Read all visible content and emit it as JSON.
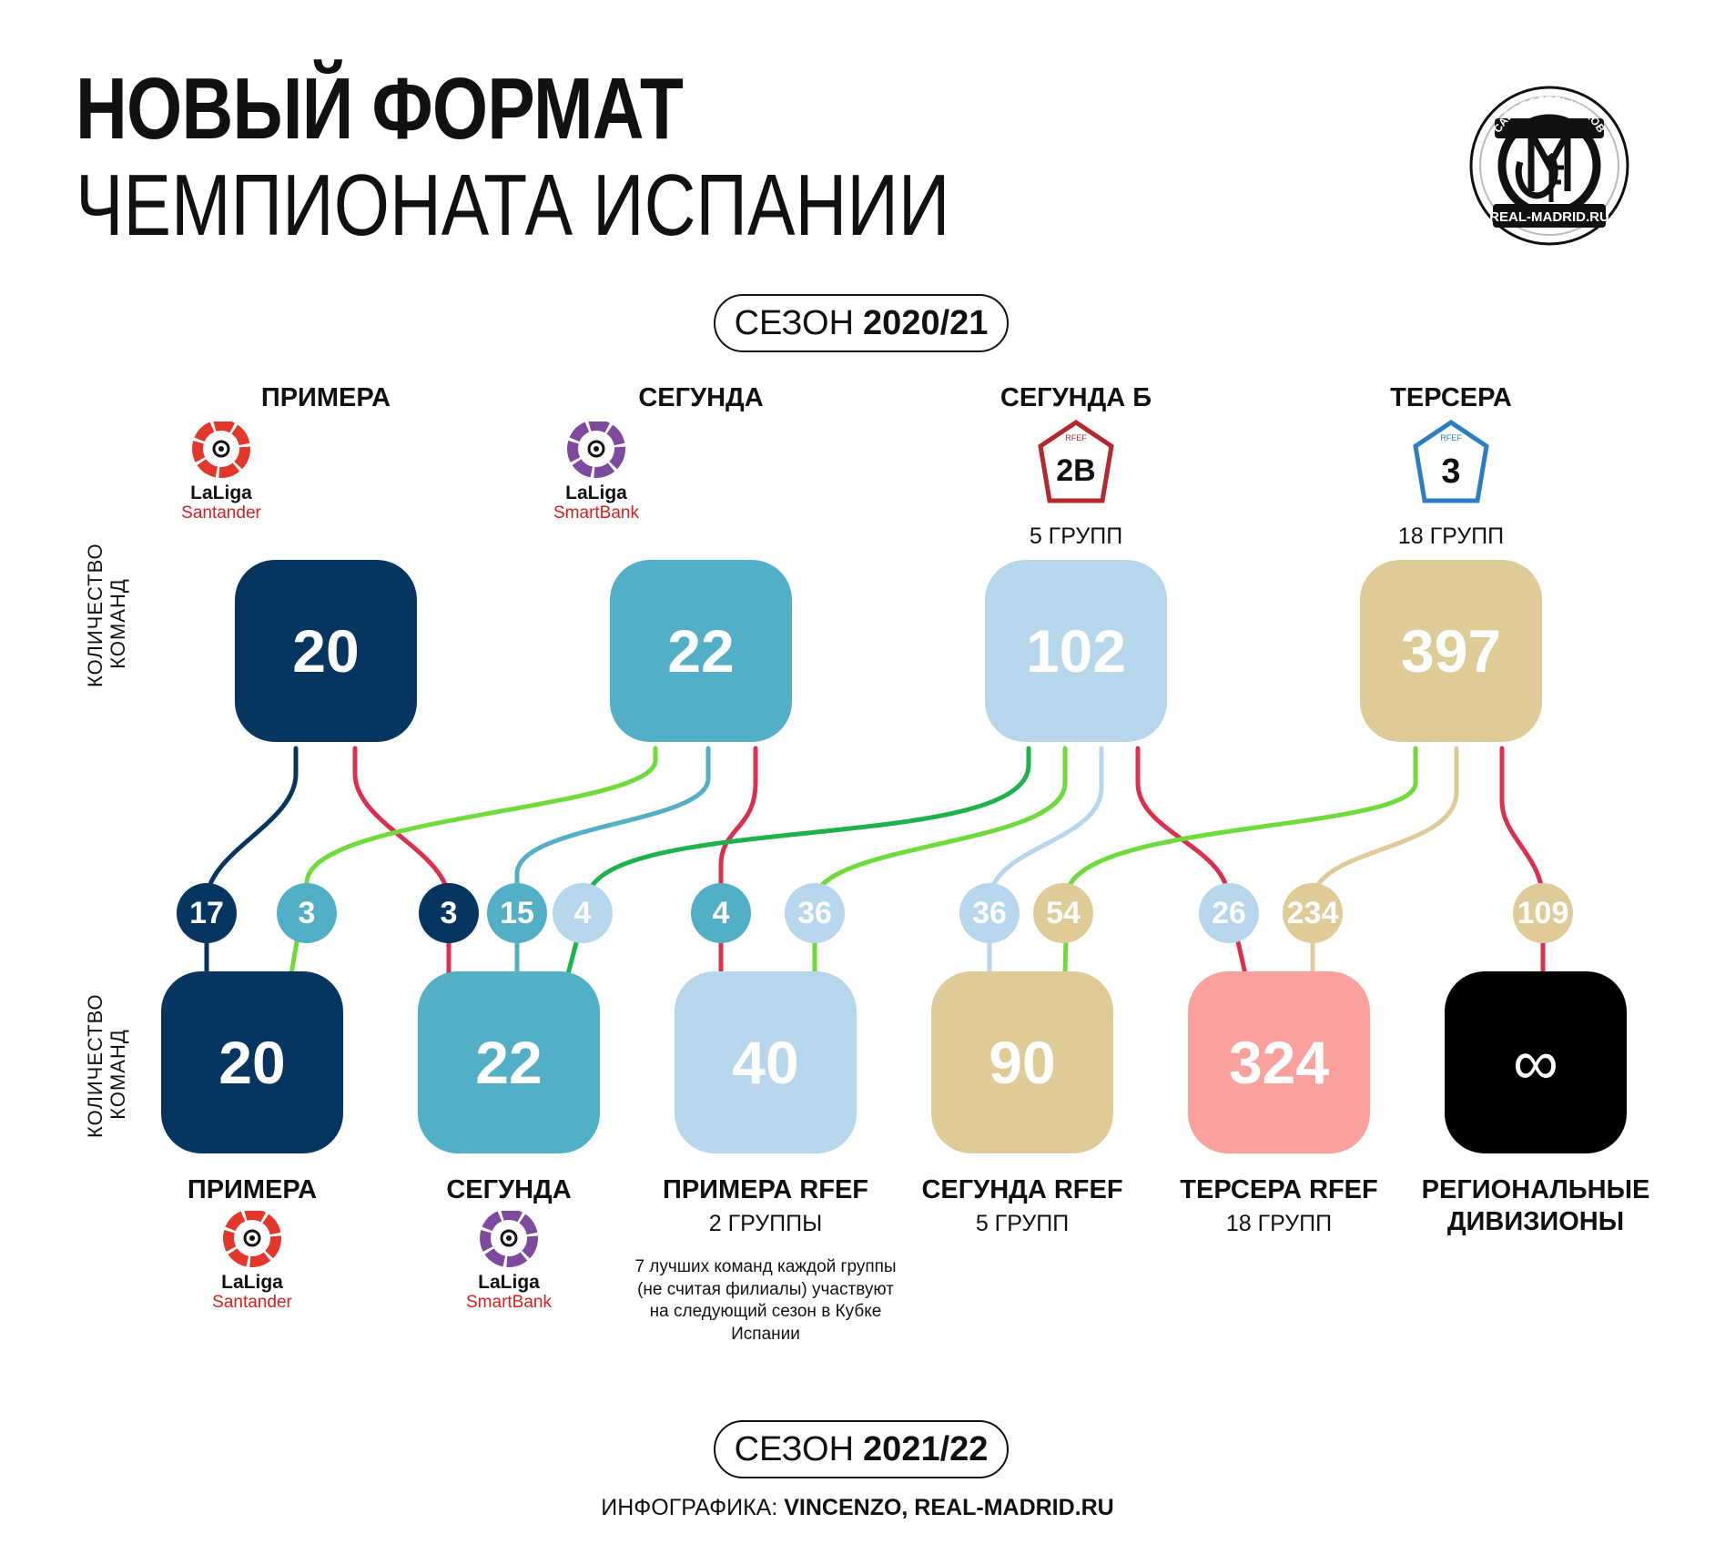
{
  "title": {
    "line1": "НОВЫЙ ФОРМАТ",
    "line2": "ЧЕМПИОНАТА ИСПАНИИ"
  },
  "badge": {
    "arc_top": "САЙТ БОЛЕЛЬЩИКОВ",
    "arc_bottom": "REAL-MADRID.RU"
  },
  "season_top": {
    "prefix": "СЕЗОН",
    "year": "2020/21"
  },
  "season_bottom": {
    "prefix": "СЕЗОН",
    "year": "2021/22"
  },
  "axis_label": {
    "line1": "КОЛИЧЕСТВО",
    "line2": "КОМАНД"
  },
  "laliga_word": "LaLiga",
  "top_divisions": [
    {
      "name": "ПРИМЕРА",
      "sponsor": "Santander",
      "groups": "",
      "teams": "20",
      "color": "#06365f"
    },
    {
      "name": "СЕГУНДА",
      "sponsor": "SmartBank",
      "groups": "",
      "teams": "22",
      "color": "#53afc6"
    },
    {
      "name": "СЕГУНДА Б",
      "emblem": "2B",
      "groups": "5 ГРУПП",
      "teams": "102",
      "color": "#b6d6eb"
    },
    {
      "name": "ТЕРСЕРА",
      "emblem": "3",
      "groups": "18 ГРУПП",
      "teams": "397",
      "color": "#decb97"
    }
  ],
  "transfers": [
    {
      "value": "17",
      "color": "#06365f"
    },
    {
      "value": "3",
      "color": "#53afc6"
    },
    {
      "value": "3",
      "color": "#06365f"
    },
    {
      "value": "15",
      "color": "#53afc6"
    },
    {
      "value": "4",
      "color": "#b6d6eb"
    },
    {
      "value": "4",
      "color": "#53afc6"
    },
    {
      "value": "36",
      "color": "#b6d6eb"
    },
    {
      "value": "36",
      "color": "#b6d6eb"
    },
    {
      "value": "54",
      "color": "#decb97"
    },
    {
      "value": "26",
      "color": "#b6d6eb"
    },
    {
      "value": "234",
      "color": "#decb97"
    },
    {
      "value": "109",
      "color": "#decb97"
    }
  ],
  "bottom_divisions": [
    {
      "name": "ПРИМЕРА",
      "sponsor": "Santander",
      "groups": "",
      "teams": "20",
      "color": "#06365f"
    },
    {
      "name": "СЕГУНДА",
      "sponsor": "SmartBank",
      "groups": "",
      "teams": "22",
      "color": "#53afc6"
    },
    {
      "name": "ПРИМЕРА RFEF",
      "groups": "2 ГРУППЫ",
      "teams": "40",
      "color": "#b6d6eb"
    },
    {
      "name": "СЕГУНДА RFEF",
      "groups": "5 ГРУПП",
      "teams": "90",
      "color": "#decb97"
    },
    {
      "name": "ТЕРСЕРА RFEF",
      "groups": "18 ГРУПП",
      "teams": "324",
      "color": "#fba19d"
    },
    {
      "name": "РЕГИОНАЛЬНЫЕ ДИВИЗИОНЫ",
      "name_line1": "РЕГИОНАЛЬНЫЕ",
      "name_line2": "ДИВИЗИОНЫ",
      "groups": "",
      "teams": "∞",
      "color": "#000000"
    }
  ],
  "note": "7 лучших команд каждой группы (не считая филиалы) участвуют на следующий сезон в Кубке Испании",
  "credit": {
    "prefix": "ИНФОГРАФИКА:",
    "authors": "VINCENZO, REAL-MADRID.RU"
  },
  "line_colors": {
    "promote": "#6edb3a",
    "promote_dark": "#1db34a",
    "relegate": "#d9304f"
  }
}
